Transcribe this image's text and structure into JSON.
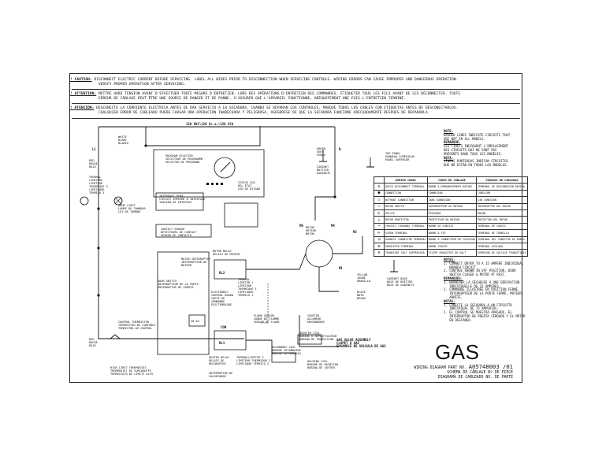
{
  "warnings": [
    {
      "head": "! CAUTION:",
      "lines": [
        "DISCONNECT ELECTRIC CURRENT BEFORE SERVICING. LABEL ALL WIRES PRIOR TO DISCONNECTION WHEN SERVICING CONTROLS. WIRING ERRORS CAN CAUSE IMPROPER AND DANGEROUS OPERATION.",
        "VERIFY PROPER OPERATION AFTER SERVICING."
      ]
    },
    {
      "head": "! ATTENTION:",
      "lines": [
        "METTRE HORS TENSION AVANT D'EFFECTUER TOUTE MESURE D'ENTRETIEN. LORS DES OPÉRATIONS D'ENTRETIEN DES COMMANDES, ÉTIQUETER TOUS LES FILS AVANT DE LES DÉCONNECTER. TOUTE",
        "ERREUR DE CÂBLAGE PEUT ÊTRE UNE SOURCE DE DANGER ET DE PANNE. S'ASSURER QUE L'APPAREIL FONCTIONNE, ADÉQUATEMENT UNE FOIS L'ENTRETIEN TERMINÉ."
      ]
    },
    {
      "head": "! ATENCIÓN:",
      "lines": [
        "DESCONECTE LA CORRIENTE ELÉCTRICA ANTES DE DAR SERVICIO A LA SECADORA. CUANDO SE REPARAN LOS CONTROLES, MARQUE TODOS LOS CABLES CON ETIQUETAS ANTES DE DESCONECTARLOS.",
        "CUALQUIER ERROR DE CABLEADO PUEDE CAUSAR UNA OPERACIÓN INADECUADA Y PELIGROSA. ASEGÚRESE DE QUE LA SECADORA FUNCIONE ADECUADAMENTE DESPUÉS DE REPARARLA."
      ]
    }
  ],
  "supply": "120 VAC\\120 Vc.a.\\120 VCA",
  "terminals": {
    "l1": "L1",
    "n": "N"
  },
  "labels": {
    "white_top": "WHITE\nBLANC\nBLANCO",
    "red_left": "RED\nROUGE\nROJO",
    "thermal_limiters": "THERMAL\nLIMITERS\nLIMITEUR\nTHERMIQUE 3\nLIMITADOR\nTÉRMICO 3",
    "drum_light": "DRUM LIGHT\nLAMPE DU TAMBOUR\nLUZ DE TAMBOR",
    "program_selector": "PROGRAM SELECTOR\nSÉLECTEUR DE PROGRAMME\nSELECTOR DE PROGRAMA",
    "status_led": "STATUS LED\nDEL ÉTAT\nLED DE ESTADO",
    "interface_pcba": "INTERFACE PCBA\nCIRCUIT IMPRIMÉ D'INTERFACE\nTABLERO DE INTERFAZ",
    "contact_sensor": "CONTACT SENSOR\nDÉTECTEURS DE CONTACT\nSENSOR DE CONTACTO",
    "motor_relay": "MOTOR RELAY\nRELAIS DE MOTEUR",
    "motor_interrupter": "MOTOR INTERRUPTER\nINTERRUPTEUR DE\nMOTEUR",
    "door_switch": "DOOR SWITCH\nINTERRUPTEUR DE LA PORTE\nINTERRUPTOR DE PUERTA",
    "thermal_limiter1": "THERMAL\nLIMITER 1\nLIMITEUR\nTHERMIQUE 1\nLIMITADOR\nTÉRMICO 1",
    "electronic_control": "ELECTRONIC\nCONTROL BOARD\nCARTE DE\nCOMMANDE\nÉLECTRONIQUE",
    "control_thermistor": "CONTROL THERMISTOR\nTHERMISTOR DE CONTRÔLE\nTERMISTOR DE CONTROL",
    "thermistor_value": "50 kΩ",
    "high_limit": "HIGH LIMIT THERMOSTAT\nTHERMOSTAT DE SURCHAUFFE\nTERMOSTATO DE LÍMITE ALTO",
    "heater_relay": "HEATER RELAY\nRELAIS DE\nRÉCHAUFFER",
    "heater_interrupter": "INTERRUPTOR DE\nCALENTADOR",
    "thermal_limiter2": "THERMALLIMITER 2\nLIMITEUR THERMIQUE 2\nLIMITADOR TÉRMICO 2",
    "flame_sensor": "FLAME SENSOR\nSONDE DE FLAMME\nSENSOR DE FLAMA",
    "igniter": "IGNITER\nALLUMEUR\nENCENDEDOR",
    "secondary_coil": "SECONDARY COIL\nBOBINE SECONDAIRE\nBOBINA SECUNDARIA",
    "booster_coil": "BOOSTER COIL\nBOBINE D'AMPLIFICATEUR\nBOBINA DE PROPULSIÓN",
    "holding_coil": "HOLDING COIL\nBOBINE DE MAINTIEN\nBOBINA DE SOSTÉN",
    "gas_valve": "GAS VALVE ASSEMBLY\nCLAPET À GAZ\nENSAMBLE DE VÁLVULA DE GAS",
    "motor": "MOTOR\nMOTEUR\nMOTOR",
    "green_ground": "GREEN\nVERT\nVERDE",
    "cabinet_ground": "CABINET\nBOÎTIER\nGABINETE",
    "cabinet_base": "CABINET BASE\nBASE DE BOÎTIER\nBASE DE GABINETE",
    "yellow": "YELLOW\nJAUNE\nAMARILLO",
    "black": "BLACK\nNOIR\nNEGRO",
    "top_panel": "TOP PANEL\nPANNEAU SUPÉRIEUR\nPANEL SUPERIOR",
    "red_right": "RED\nROUGE\nROJO",
    "relay_rl1": "RL1",
    "relay_rl2": "RL2",
    "motor_m6": "M6",
    "motor_m4": "M4",
    "motor_m2": "M2",
    "motor_m1": "M1",
    "motor_l": "L",
    "con": "CON"
  },
  "notes_top": {
    "head": "NOTE:",
    "text": "DASHED LINES INDICATE CIRCUITS THAT\nARE NOT IN ALL MODELS.",
    "head_fr": "REMARQUE:",
    "text_fr": "LES TIRETS INDIQUENT L'EMPLACEMENT\nDES CIRCUITS QUI NE SONT PAS\nPRÉSENTS DANS TOUS LES MODÈLES.",
    "head_es": "NOTA:",
    "text_es": "LÍNEAS PUNTEADAS INDICAN CIRCUITOS\nQUE NO ESTÁN EN TODOS LOS MODELOS."
  },
  "codes_table": {
    "headers": [
      "WIRING CODES",
      "CODES DE CÂBLAGE",
      "CÓDIGOS DE CABLEADO"
    ],
    "rows": [
      [
        "⊖",
        "QUICK DISCONNECT TERMINAL",
        "BORNE À DÉBRANCHEMENT RAPIDE",
        "TERMINAL DE DESCONEXIÓN RÁPIDA"
      ],
      [
        "●",
        "CONNECTION",
        "CONNEXION",
        "CONEXIÓN"
      ],
      [
        "○",
        "WITHOUT CONNECTION",
        "SANS CONNEXION",
        "SIN CONEXIÓN"
      ],
      [
        "▭",
        "MOTOR SWITCH",
        "INTERRUPTEUR DU MOTEUR",
        "INTERRUPTOR DEL MOTOR"
      ],
      [
        "⊏",
        "SPLICE",
        "ÉPISSURE",
        "UNIÓN"
      ],
      [
        "⏚",
        "MOTOR PROTECTOR",
        "PROTECTEUR DU MOTEUR",
        "PROTECTOR DEL MOTOR"
      ],
      [
        "⊸",
        "CHASSIS (GROUND) TERMINAL",
        "BORNE DE CHÂSSIS",
        "TERMINAL DE CHASIS"
      ],
      [
        "⊳",
        "SCREW TERMINAL",
        "BORNE À VIS",
        "TERMINAL DE TORNILLO"
      ],
      [
        "⊐",
        "HARNESS CONNECTOR TERMINAL",
        "BORNE À CONNECTEUR DE FAISCEAU",
        "TERMINAL DEL CONECTOR DE ARNÉS"
      ],
      [
        "⊕",
        "INSULATED TERMINAL",
        "BORNE ISOLÉE",
        "TERMINAL AISLADA"
      ],
      [
        "⊗",
        "TRANSIENT VOLT SUPPRESSOR",
        "FILTRE PARASITES DE VOLT",
        "SUPRESOR DE VOLTAJE TRANSITORIO"
      ]
    ]
  },
  "notes_bottom": {
    "head": "NOTES:",
    "text": "1. CONNECT DRYER TO A 15 AMPERE INDIVIDUAL\n   BRANCH CIRCUIT.\n2. CONTROL SHOWN IN OFF POSITION, DOOR\n   SWITCH CLOSED & MOTOR AT REST.",
    "head_fr": "REMARQUES:",
    "text_fr": "1. BRANCHER LA SÉCHEUSE À UNE DÉRIVATION\n   INDIVIDUELLE DE 15 AMPÈRES.\n2. COMMANDE ILLUSTRÉE EN POSITION FERMÉ,\n   INTERRUPTEUR DE LA PORTE FERMÉ, MOTEUR\n   ARRÊTÉ.",
    "head_es": "NOTAS:",
    "text_es": "1. CONECTE LA SECADORA A UN CIRCUITO\n   INDIVIDUAL DE 15 AMPERIOS.\n2. EL CONTROL SE MUESTRA APAGADO, EL\n   INTERRUPTOR DE PUERTA CERRADO Y EL MOTOR\n   EN DESCANSO."
  },
  "fuel": "GAS",
  "part": {
    "line1": "WIRING DIAGRAM PART NO.",
    "number": "A05748003 /01",
    "line2": "SCHÉMA DE CÂBLAGE Nº DE PIÈCE",
    "line3": "DIAGRAMA DE CABLEADO NO. DE PARTE"
  }
}
